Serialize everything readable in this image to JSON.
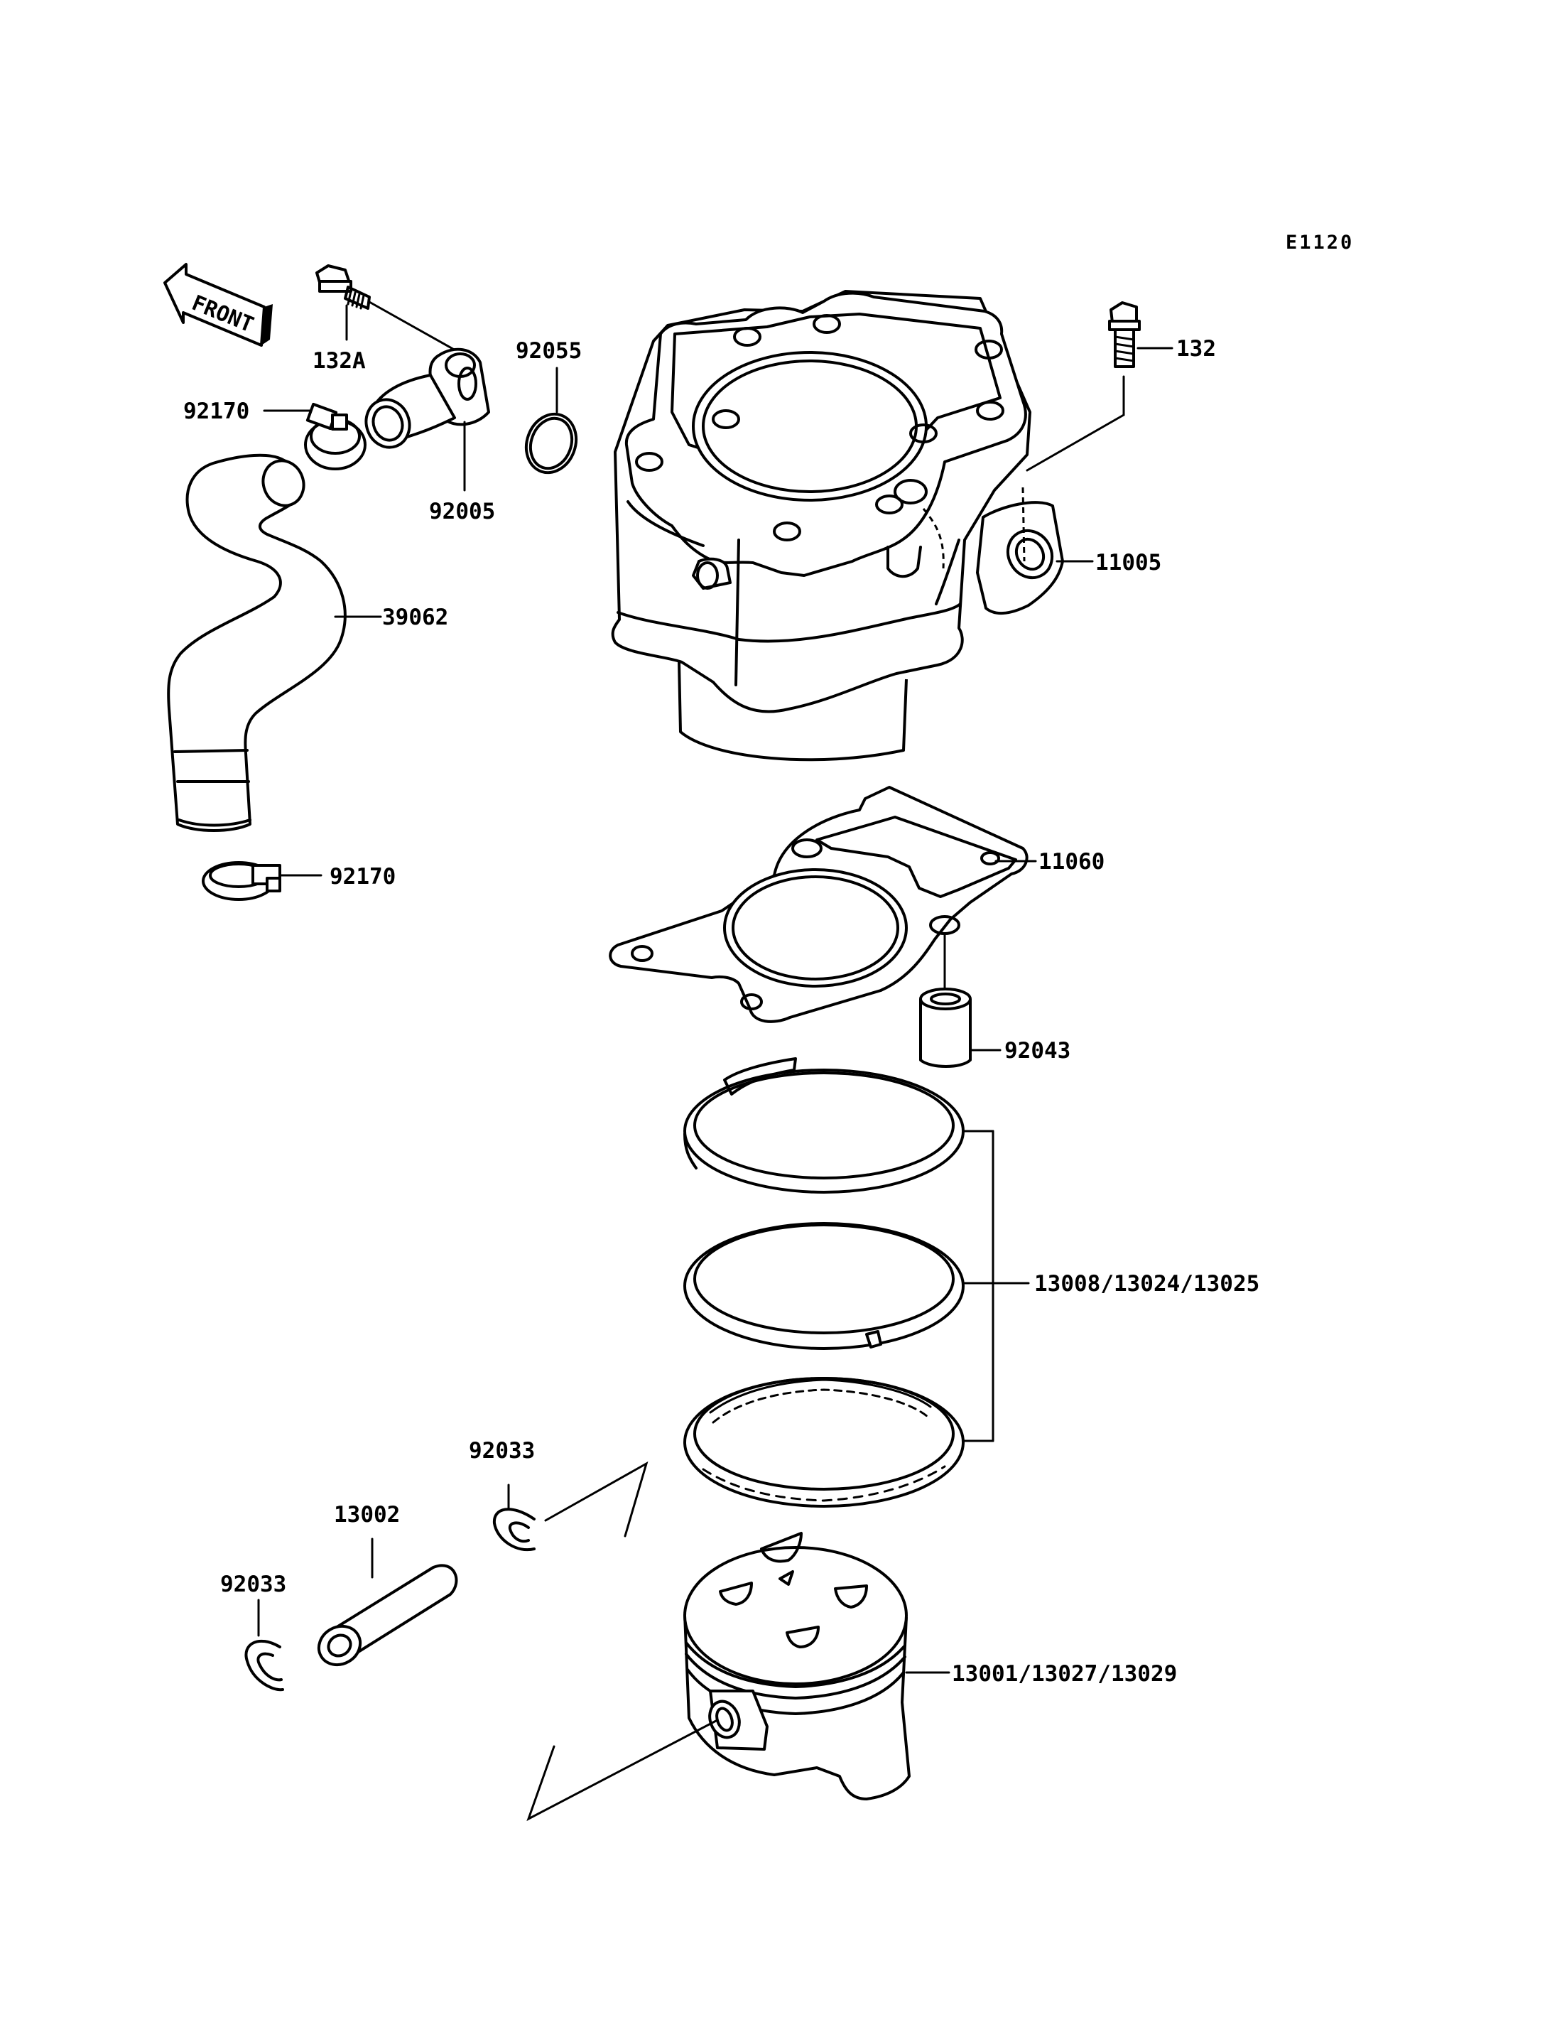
{
  "page_code": "E1120",
  "front_indicator": "FRONT",
  "callouts": {
    "bolt_132a": "132A",
    "bolt_132": "132",
    "clamp_upper": "92170",
    "clamp_lower": "92170",
    "fitting": "92005",
    "o_ring": "92055",
    "hose": "39062",
    "cylinder": "11005",
    "gasket": "11060",
    "dowel": "92043",
    "rings": "13008/13024/13025",
    "circlip_right": "92033",
    "circlip_left": "92033",
    "piston_pin": "13002",
    "piston": "13001/13027/13029"
  }
}
